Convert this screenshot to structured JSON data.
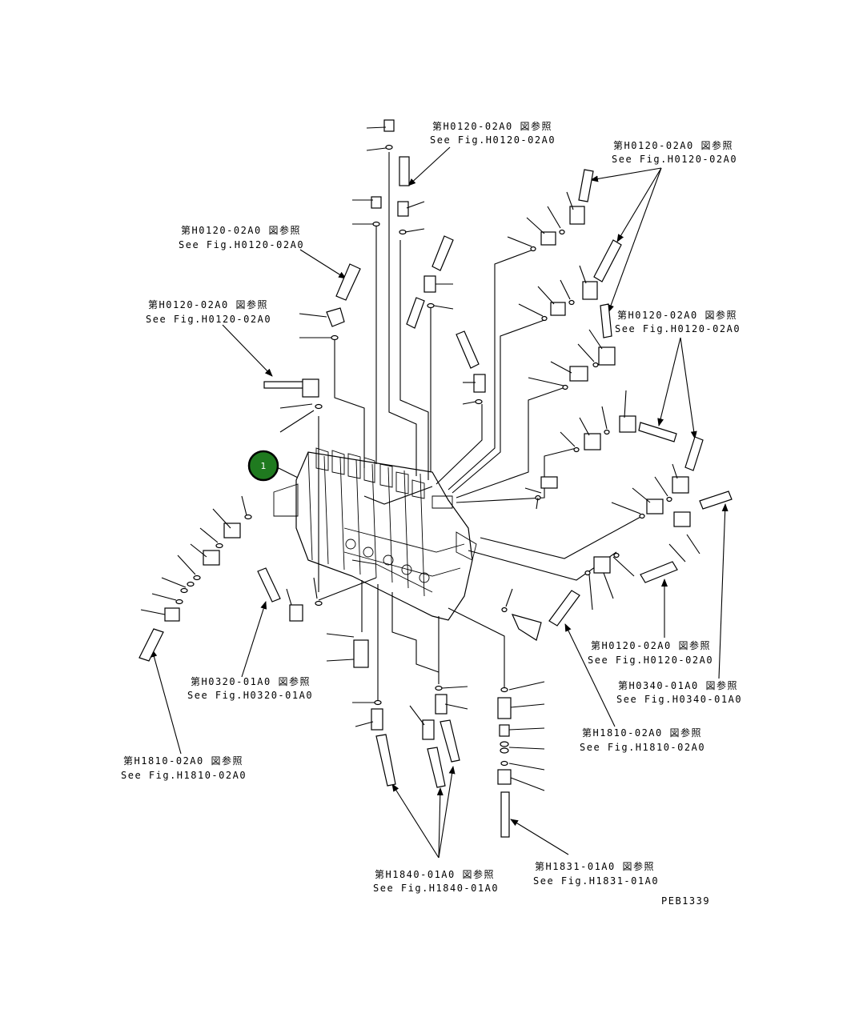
{
  "references": [
    {
      "id": "ref-a",
      "jp": "第H0120-02A0 図参照",
      "en": "See Fig.H0120-02A0"
    },
    {
      "id": "ref-b",
      "jp": "第H0120-02A0 図参照",
      "en": "See Fig.H0120-02A0"
    },
    {
      "id": "ref-c",
      "jp": "第H0120-02A0 図参照",
      "en": "See Fig.H0120-02A0"
    },
    {
      "id": "ref-d",
      "jp": "第H0120-02A0 図参照",
      "en": "See Fig.H0120-02A0"
    },
    {
      "id": "ref-e",
      "jp": "第H0120-02A0 図参照",
      "en": "See Fig.H0120-02A0"
    },
    {
      "id": "ref-f",
      "jp": "第H0120-02A0 図参照",
      "en": "See Fig.H0120-02A0"
    },
    {
      "id": "ref-g",
      "jp": "第H0320-01A0 図参照",
      "en": "See Fig.H0320-01A0"
    },
    {
      "id": "ref-h",
      "jp": "第H0340-01A0 図参照",
      "en": "See Fig.H0340-01A0"
    },
    {
      "id": "ref-i",
      "jp": "第H1810-02A0 図参照",
      "en": "See Fig.H1810-02A0"
    },
    {
      "id": "ref-j",
      "jp": "第H1810-02A0 図参照",
      "en": "See Fig.H1810-02A0"
    },
    {
      "id": "ref-k",
      "jp": "第H1840-01A0 図参照",
      "en": "See Fig.H1840-01A0"
    },
    {
      "id": "ref-l",
      "jp": "第H1831-01A0 図参照",
      "en": "See Fig.H1831-01A0"
    }
  ],
  "callout": {
    "number": "1",
    "color": "#1f7a1f"
  },
  "drawing_code": "PEB1339"
}
